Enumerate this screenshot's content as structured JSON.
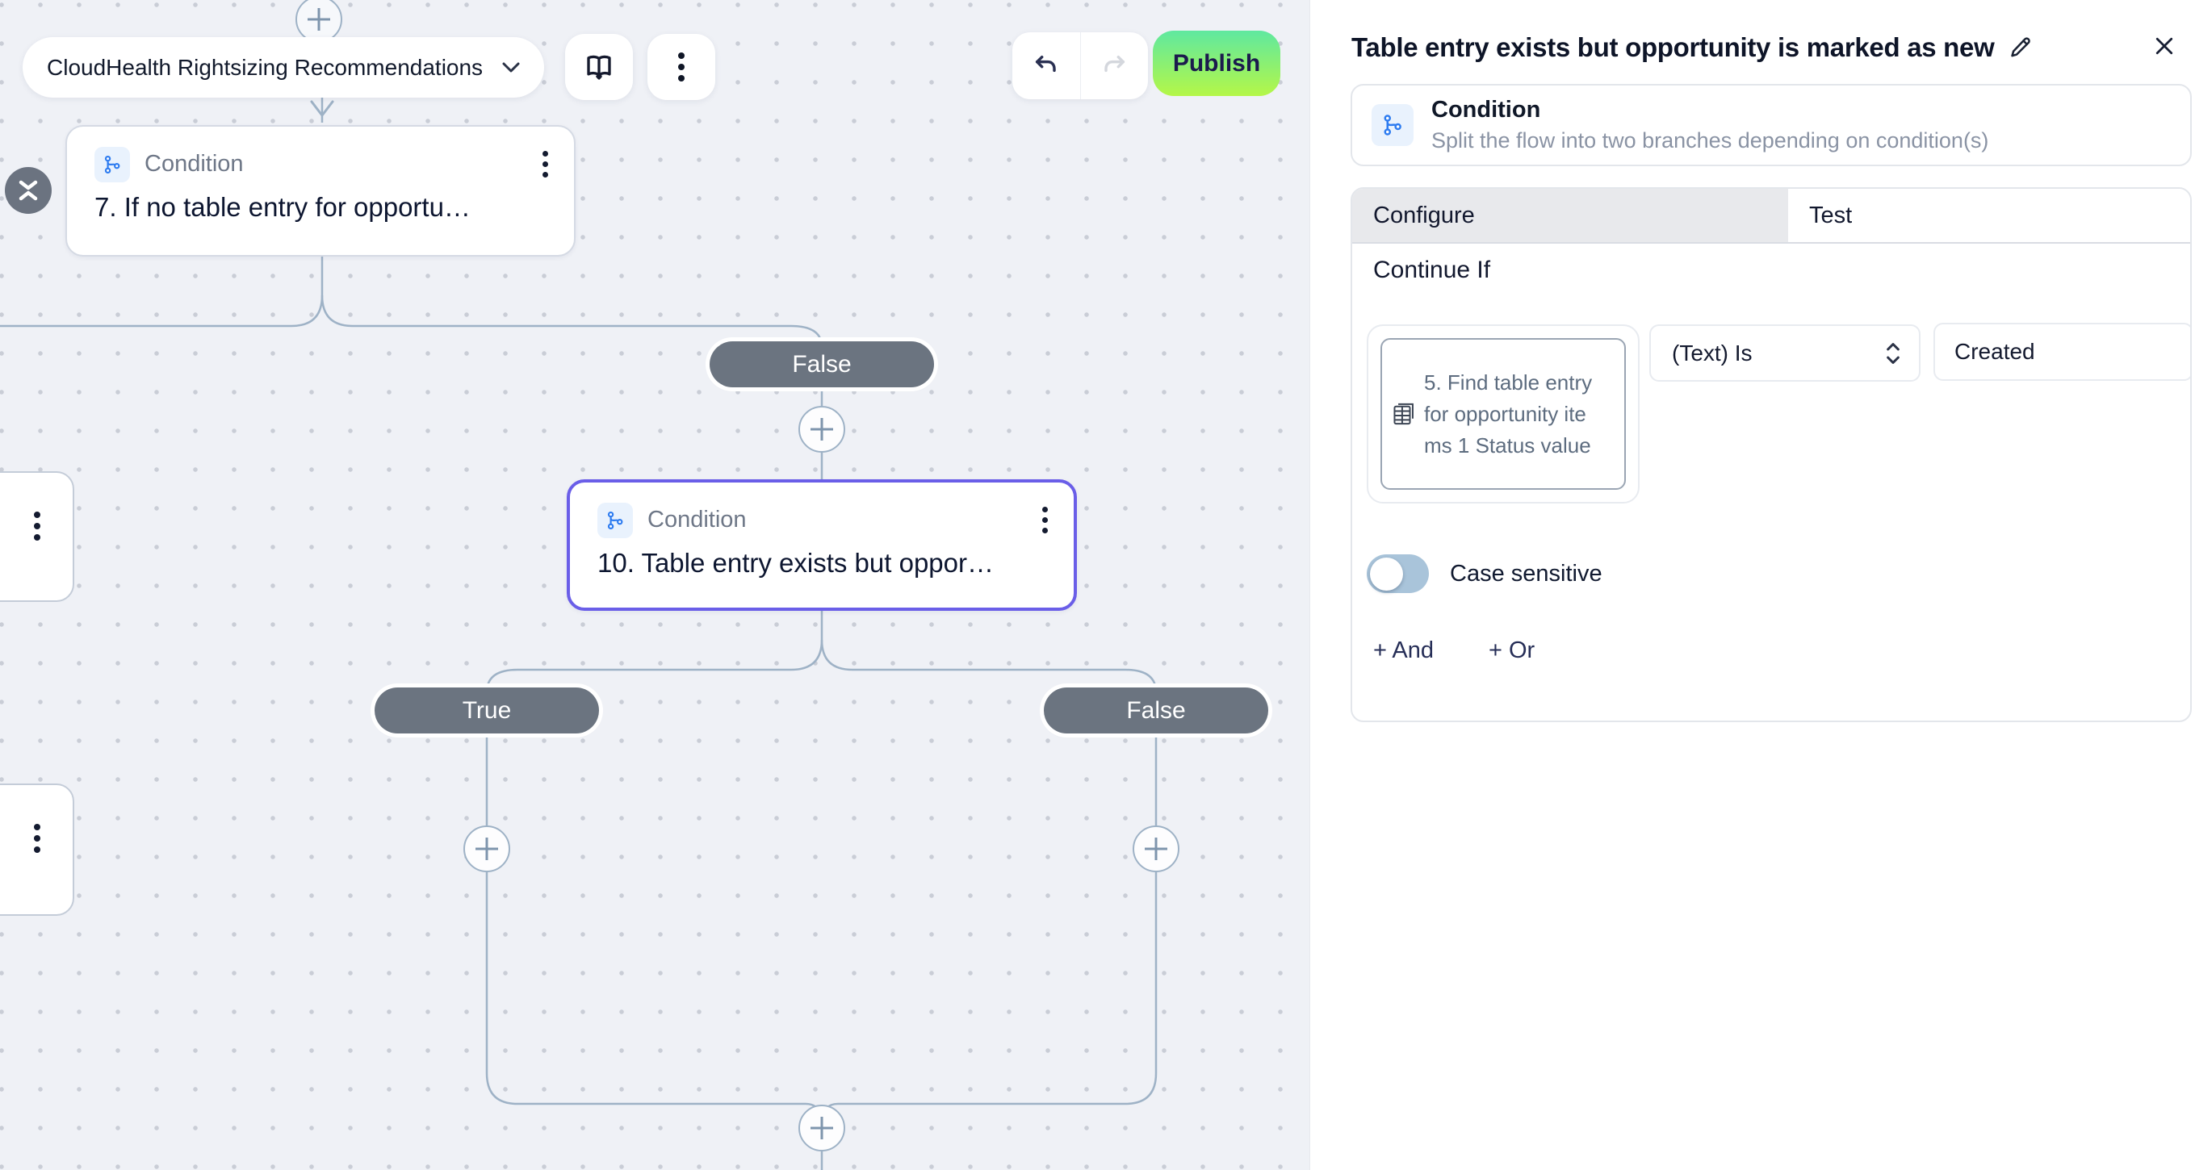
{
  "toolbar": {
    "flow_name": "CloudHealth Rightsizing Recommendations",
    "publish_label": "Publish"
  },
  "canvas": {
    "nodes": [
      {
        "type_label": "Condition",
        "title": "7. If no table entry for opportu…"
      },
      {
        "type_label": "Condition",
        "title": "10. Table entry exists but oppor…"
      }
    ],
    "branch_labels": {
      "node7_false": "False",
      "node10_true": "True",
      "node10_false": "False"
    }
  },
  "panel": {
    "title": "Table entry exists but opportunity is marked as new",
    "step": {
      "type_label": "Condition",
      "description": "Split the flow into two branches depending on condition(s)"
    },
    "tabs": {
      "configure": "Configure",
      "test": "Test"
    },
    "section_title": "Continue If",
    "condition": {
      "operand": "5. Find table entry for opportunity items 1 Status value",
      "operator": "(Text) Is",
      "value": "Created"
    },
    "case_sensitive_label": "Case sensitive",
    "add_and_label": "+ And",
    "add_or_label": "+ Or"
  },
  "colors": {
    "selected_node_border": "#6a5ee8",
    "branch_pill": "#6b7480",
    "connector": "#9eb2c6",
    "publish_gradient_top": "#5fe8a0",
    "publish_gradient_bottom": "#b5f747",
    "node_icon_blue": "#2e7cf0",
    "canvas_background": "#eff1f6"
  }
}
